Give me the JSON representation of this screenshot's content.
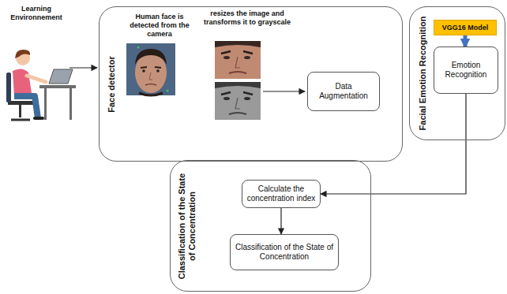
{
  "diagram": {
    "nodes": [
      {
        "text": [
          "Face detector"
        ]
      },
      {
        "text": [
          "Data Augmentation"
        ],
        "in": 0
      },
      {
        "text": [
          "Facial Emotion Recognition"
        ]
      },
      {
        "text": [
          "VGG16 Model"
        ],
        "in": 2
      },
      {
        "text": [
          "Emotion Recognition"
        ],
        "in": 2
      },
      {
        "text": [
          "Classification of the State of Concentration"
        ]
      },
      {
        "text": [
          "Calculate the concentration index"
        ],
        "in": 5
      },
      {
        "text": [
          "Classification of the State of Concentration"
        ],
        "in": 5
      }
    ],
    "edges": [
      {
        "from": 3,
        "to": 4,
        "arrow": "to"
      },
      {
        "from": 4,
        "to": 6,
        "arrow": "to"
      },
      {
        "from": 6,
        "to": 7,
        "arrow": "to"
      }
    ],
    "labels": [
      "Learning Environnement",
      "Human face is detected from the camera",
      "resizes the image and transforms it to grayscale"
    ]
  }
}
